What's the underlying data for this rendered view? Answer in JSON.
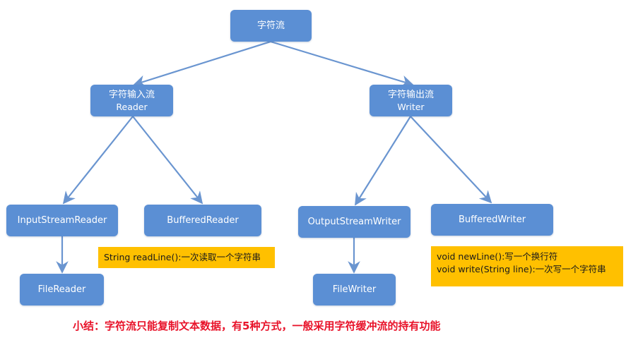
{
  "diagram": {
    "root": {
      "label": "字符流"
    },
    "reader": {
      "line1": "字符输入流",
      "line2": "Reader"
    },
    "writer": {
      "line1": "字符输出流",
      "line2": "Writer"
    },
    "input_stream_reader": {
      "label": "InputStreamReader"
    },
    "buffered_reader": {
      "label": "BufferedReader"
    },
    "output_stream_writer": {
      "label": "OutputStreamWriter"
    },
    "buffered_writer": {
      "label": "BufferedWriter"
    },
    "file_reader": {
      "label": "FileReader"
    },
    "file_writer": {
      "label": "FileWriter"
    },
    "reader_note": {
      "text": "String readLine():一次读取一个字符串"
    },
    "writer_note": {
      "line1": "void newLine():写一个换行符",
      "line2": "void write(String line):一次写一个字符串"
    },
    "summary": "小结：字符流只能复制文本数据，有5种方式，一般采用字符缓冲流的持有功能"
  },
  "colors": {
    "node_fill": "#5b8fd4",
    "node_text": "#ffffff",
    "arrow": "#6a95d0",
    "note_fill": "#ffc000",
    "summary_text": "#e8132a"
  }
}
